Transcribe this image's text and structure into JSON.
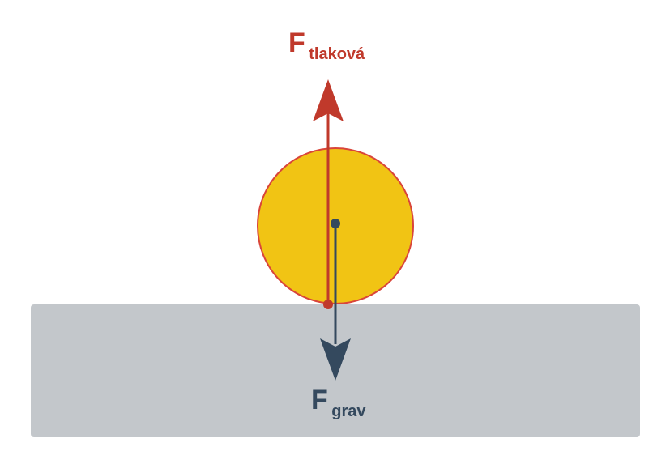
{
  "colors": {
    "background": "#ffffff",
    "ground": "#c3c7cb",
    "ball_fill": "#f1c414",
    "ball_stroke": "#d9453a",
    "normal_force": "#c0392b",
    "gravity_force": "#34495e"
  },
  "normal_force": {
    "symbol": "F",
    "subscript": "tlaková"
  },
  "gravity_force": {
    "symbol": "F",
    "subscript": "grav"
  }
}
